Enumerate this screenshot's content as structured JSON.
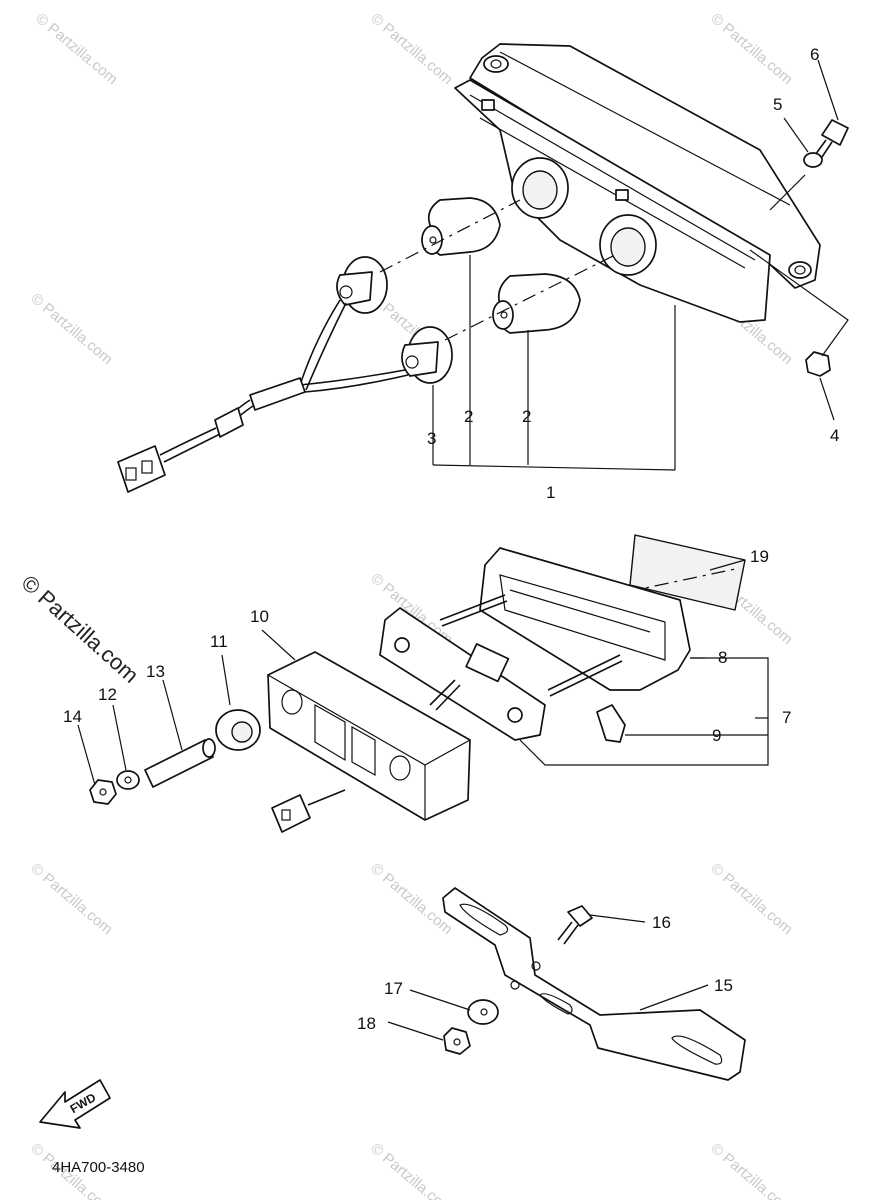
{
  "watermark": {
    "text": "© Partzilla.com"
  },
  "callouts": {
    "c1": "1",
    "c2a": "2",
    "c2b": "2",
    "c3": "3",
    "c4": "4",
    "c5": "5",
    "c6": "6",
    "c7": "7",
    "c8": "8",
    "c9": "9",
    "c10": "10",
    "c11": "11",
    "c12": "12",
    "c13": "13",
    "c14": "14",
    "c15": "15",
    "c16": "16",
    "c17": "17",
    "c18": "18",
    "c19": "19"
  },
  "fwd_label": "FWD",
  "diagram_code": "4HA700-3480"
}
